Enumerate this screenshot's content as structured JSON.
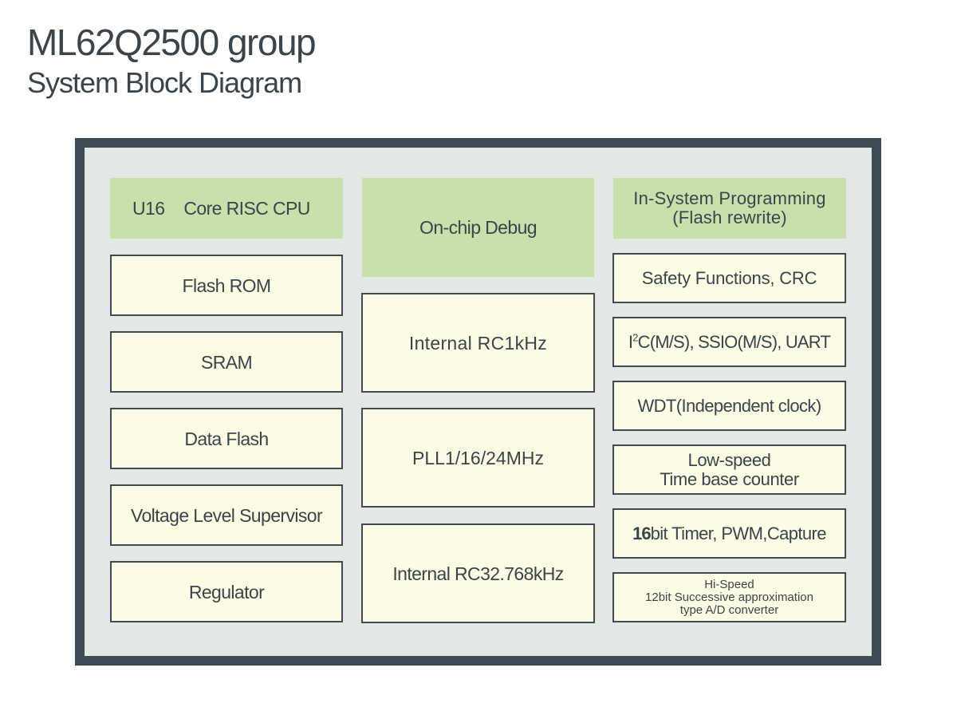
{
  "header": {
    "title": "ML62Q2500 group",
    "subtitle": "System Block Diagram"
  },
  "colors": {
    "chip_border": "#3f4a52",
    "chip_fill": "#e3e8e4",
    "green_block": "#c9dfac",
    "cream_block": "#fdfde6",
    "text": "#3b444b"
  },
  "left_column": {
    "cpu": {
      "prefix": "U16",
      "label": "Core RISC CPU"
    },
    "flash_rom": "Flash ROM",
    "sram": "SRAM",
    "data_flash": "Data Flash",
    "vls": "Voltage Level Supervisor",
    "regulator": "Regulator"
  },
  "center_column": {
    "debug": "On-chip Debug",
    "rc1k": "Internal RC1kHz",
    "pll": "PLL1/16/24MHz",
    "rc32k": "Internal RC32.768kHz"
  },
  "right_column": {
    "isp": {
      "line1": "In-System Programming",
      "line2": "(Flash rewrite)"
    },
    "safety": "Safety Functions, CRC",
    "serial": {
      "prefix": "I",
      "sup": "2",
      "rest": "C(M/S), SSIO(M/S), UART"
    },
    "wdt": "WDT(Independent clock)",
    "lowspeed": {
      "line1": "Low-speed",
      "line2": "Time base counter"
    },
    "timer": {
      "bold": "16",
      "rest": "bit Timer, PWM,Capture"
    },
    "adc": {
      "line1": "Hi-Speed",
      "line2": "12bit Successive approximation",
      "line3": "type A/D converter"
    }
  }
}
